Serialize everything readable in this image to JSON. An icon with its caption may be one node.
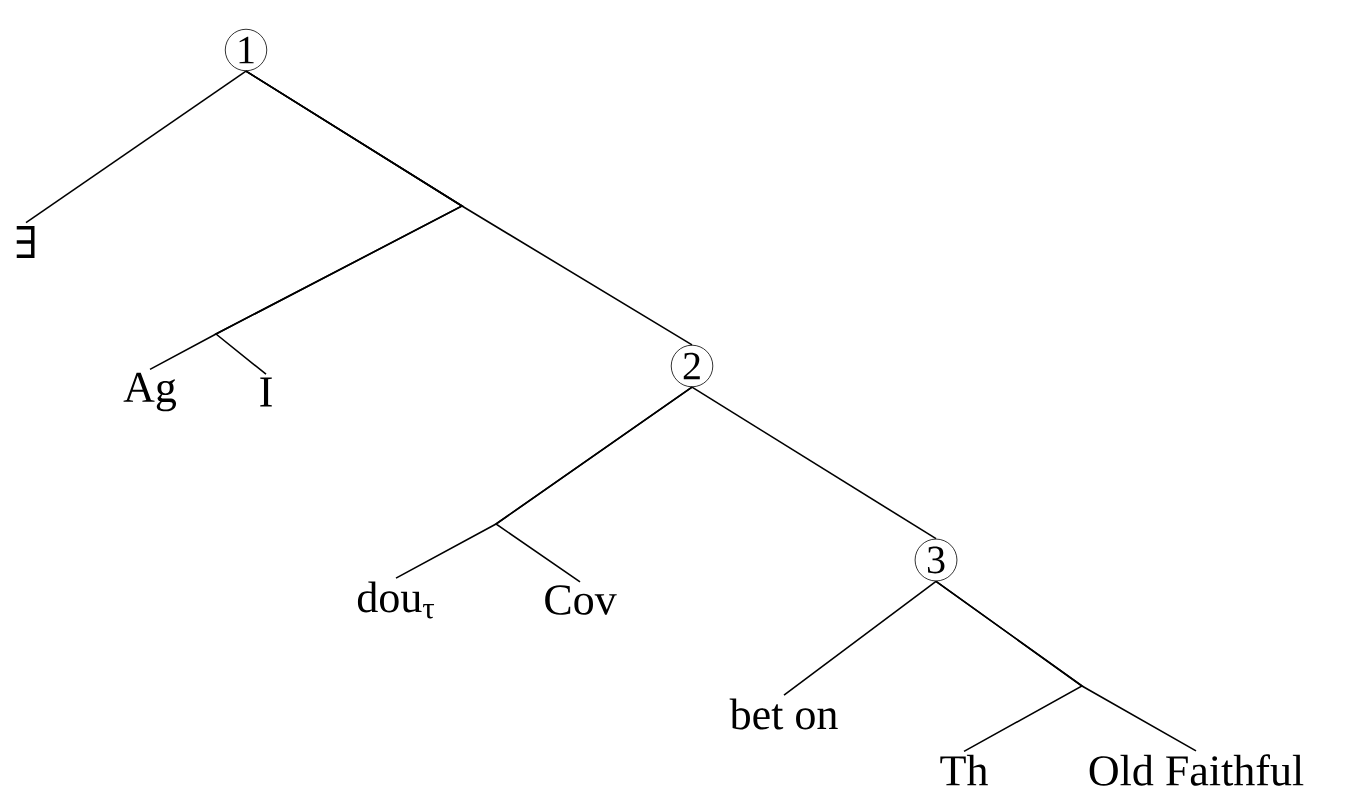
{
  "diagram": {
    "nodes": [
      {
        "text": [
          "1"
        ]
      },
      {
        "text": [
          "∃"
        ]
      },
      {
        "text": [
          "Ag"
        ]
      },
      {
        "text": [
          "I"
        ]
      },
      {
        "text": [
          "2"
        ]
      },
      {
        "text": [
          "dou$_{τ}$"
        ]
      },
      {
        "text": [
          "Cov"
        ]
      },
      {
        "text": [
          "3"
        ]
      },
      {
        "text": [
          "bet on"
        ]
      },
      {
        "text": [
          "Th"
        ]
      },
      {
        "text": [
          "Old Faithful"
        ]
      }
    ],
    "edges": [
      {
        "from": 0,
        "to": 1,
        "arrow": "none"
      },
      {
        "from": 0,
        "to": 2,
        "arrow": "none"
      },
      {
        "from": 0,
        "to": 3,
        "arrow": "none"
      },
      {
        "from": 0,
        "to": 4,
        "arrow": "none"
      },
      {
        "from": 4,
        "to": 5,
        "arrow": "none"
      },
      {
        "from": 4,
        "to": 6,
        "arrow": "none"
      },
      {
        "from": 4,
        "to": 7,
        "arrow": "none"
      },
      {
        "from": 7,
        "to": 8,
        "arrow": "none"
      },
      {
        "from": 7,
        "to": 9,
        "arrow": "none"
      },
      {
        "from": 7,
        "to": 10,
        "arrow": "none"
      }
    ]
  }
}
